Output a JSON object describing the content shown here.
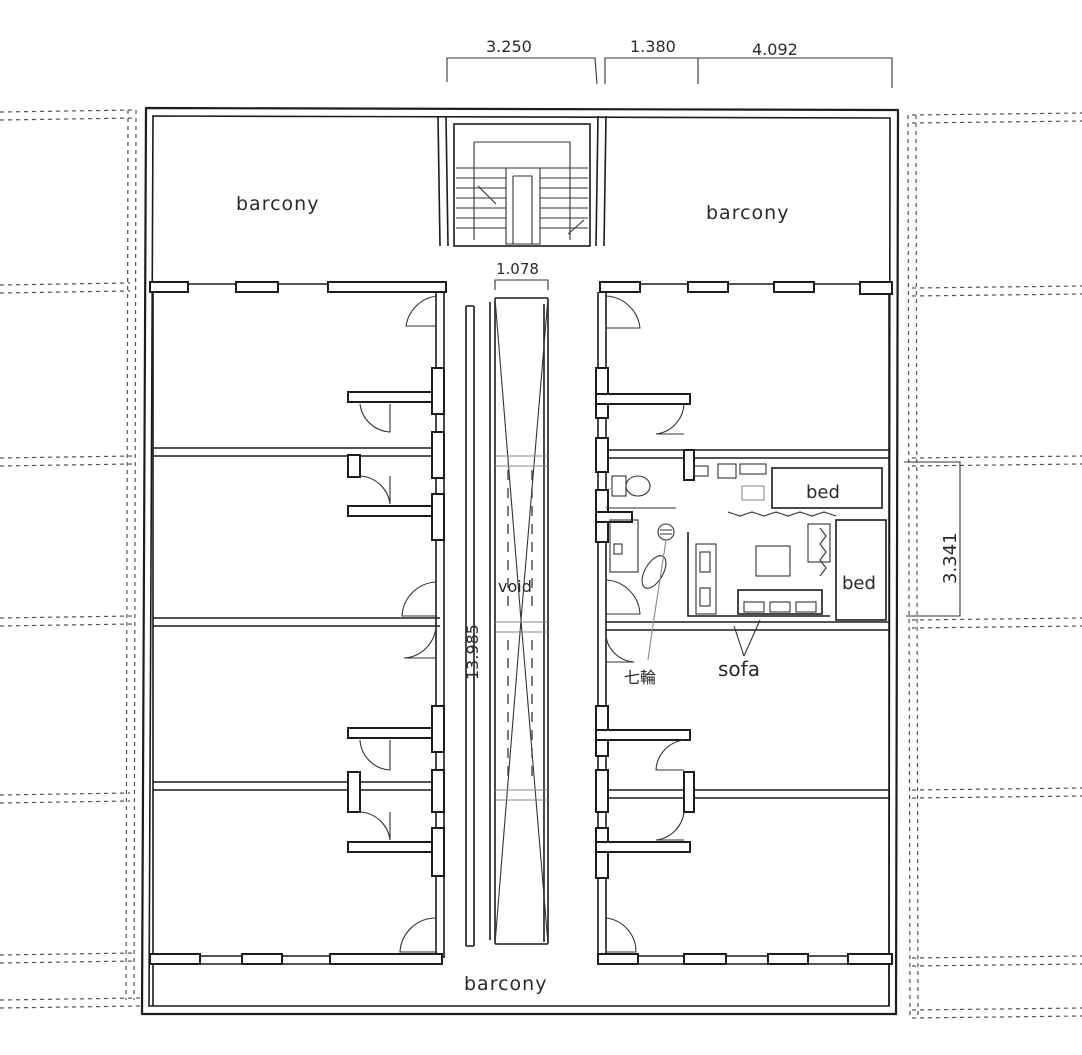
{
  "dimensions": {
    "top_left": "3.250",
    "top_mid": "1.380",
    "top_right": "4.092",
    "void_width": "1.078",
    "corridor_length": "13.985",
    "room_depth": "3.341"
  },
  "labels": {
    "balcony_top_left": "barcony",
    "balcony_top_right": "barcony",
    "balcony_bottom": "barcony",
    "void": "void",
    "bed_1": "bed",
    "bed_2": "bed",
    "sofa": "sofa",
    "toilet": "七輪"
  },
  "colors": {
    "ink": "#1c1c1c",
    "pencil": "#888888",
    "paper": "#ffffff"
  }
}
